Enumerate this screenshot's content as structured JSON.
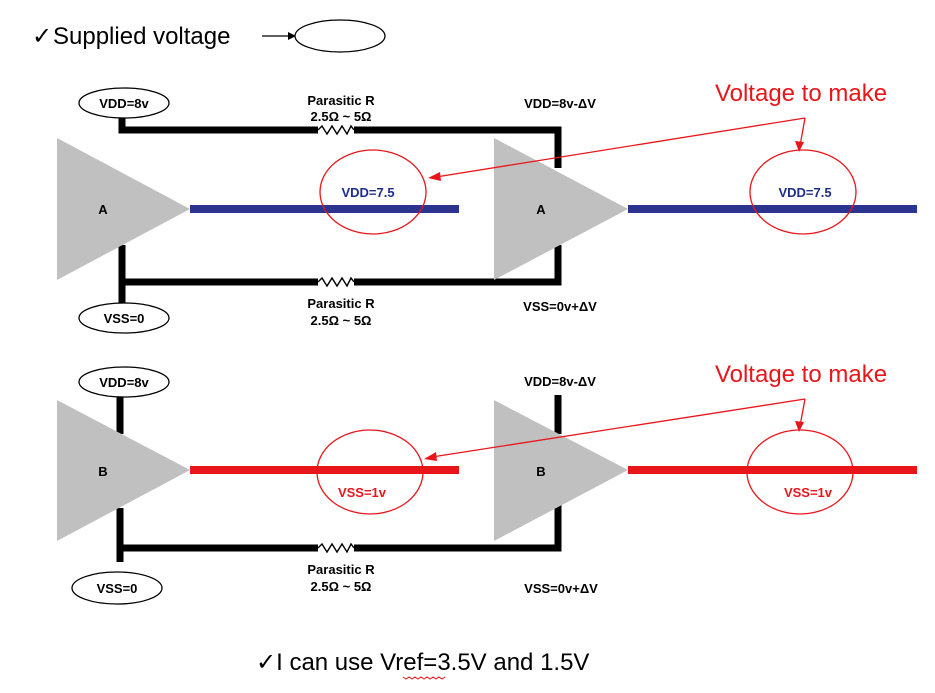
{
  "header": {
    "check_mark": "✓",
    "supplied_voltage_label": "Supplied voltage"
  },
  "top_diagram": {
    "vdd_supply": "VDD=8v",
    "vss_supply": "VSS=0",
    "parasitic_top_title": "Parasitic R",
    "parasitic_top_value": "2.5Ω ~ 5Ω",
    "parasitic_bottom_title": "Parasitic R",
    "parasitic_bottom_value": "2.5Ω ~ 5Ω",
    "vdd_remote": "VDD=8v-ΔV",
    "vss_remote": "VSS=0v+ΔV",
    "buffer1_label": "A",
    "buffer2_label": "A",
    "target1": "VDD=7.5",
    "target2": "VDD=7.5",
    "callout": "Voltage to make"
  },
  "bottom_diagram": {
    "vdd_supply": "VDD=8v",
    "vss_supply": "VSS=0",
    "parasitic_title": "Parasitic R",
    "parasitic_value": "2.5Ω ~ 5Ω",
    "vdd_remote": "VDD=8v-ΔV",
    "vss_remote": "VSS=0v+ΔV",
    "buffer1_label": "B",
    "buffer2_label": "B",
    "target1": "VSS=1v",
    "target2": "VSS=1v",
    "callout": "Voltage to make"
  },
  "footer": {
    "check_mark": "✓",
    "note_prefix": "I can use ",
    "note_vref": "Vref",
    "note_suffix": "=3.5V and 1.5V"
  },
  "colors": {
    "wire": "#000000",
    "buffer": "#c0c0c0",
    "top_output": "#2b3590",
    "bottom_output": "#e8161b",
    "annotation": "#e8161b"
  }
}
